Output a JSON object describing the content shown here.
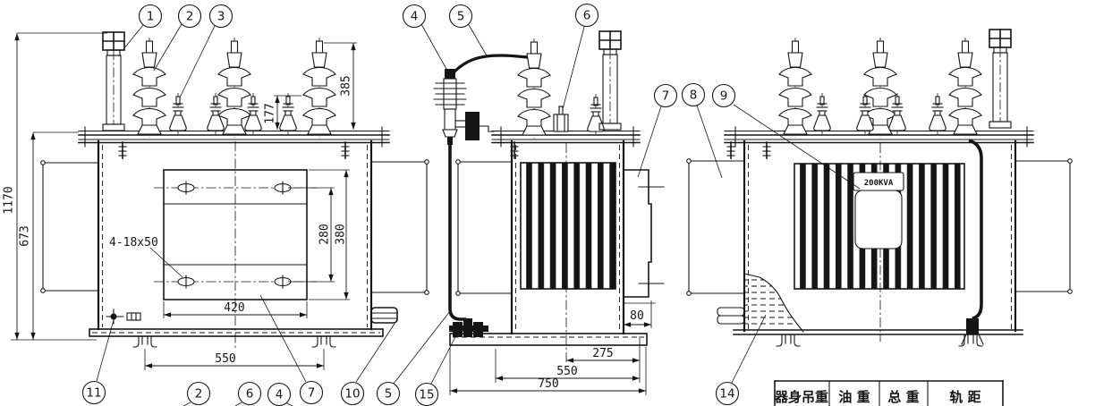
{
  "ink": "#151515",
  "background": "#ffffff",
  "callouts": {
    "front_top": [
      "1",
      "2",
      "3"
    ],
    "side_top": [
      "4",
      "5",
      "6"
    ],
    "rear_top": [
      "7",
      "8",
      "9"
    ],
    "front_bottom": [
      "11",
      "2",
      "6",
      "4",
      "7",
      "10"
    ],
    "side_bottom": [
      "5",
      "15"
    ],
    "rear_bottom": [
      "14"
    ]
  },
  "dimensions": {
    "front": {
      "overall_height": "1170",
      "tank_height": "673",
      "hv_bushing_height": "385",
      "lv_bushing_height": "177",
      "slot_note": "4-18x50",
      "hole_spacing": "280",
      "plate_height": "380",
      "plate_width": "420",
      "wheel_gauge": "550"
    },
    "side": {
      "rail_width": "80",
      "center_to_wheel": "275",
      "wheel_base": "550",
      "base_length": "750"
    }
  },
  "nameplate": {
    "rating": "200KVA"
  },
  "spec_table": {
    "columns": [
      "器身吊重",
      "油 重",
      "总 重",
      "轨 距"
    ]
  }
}
